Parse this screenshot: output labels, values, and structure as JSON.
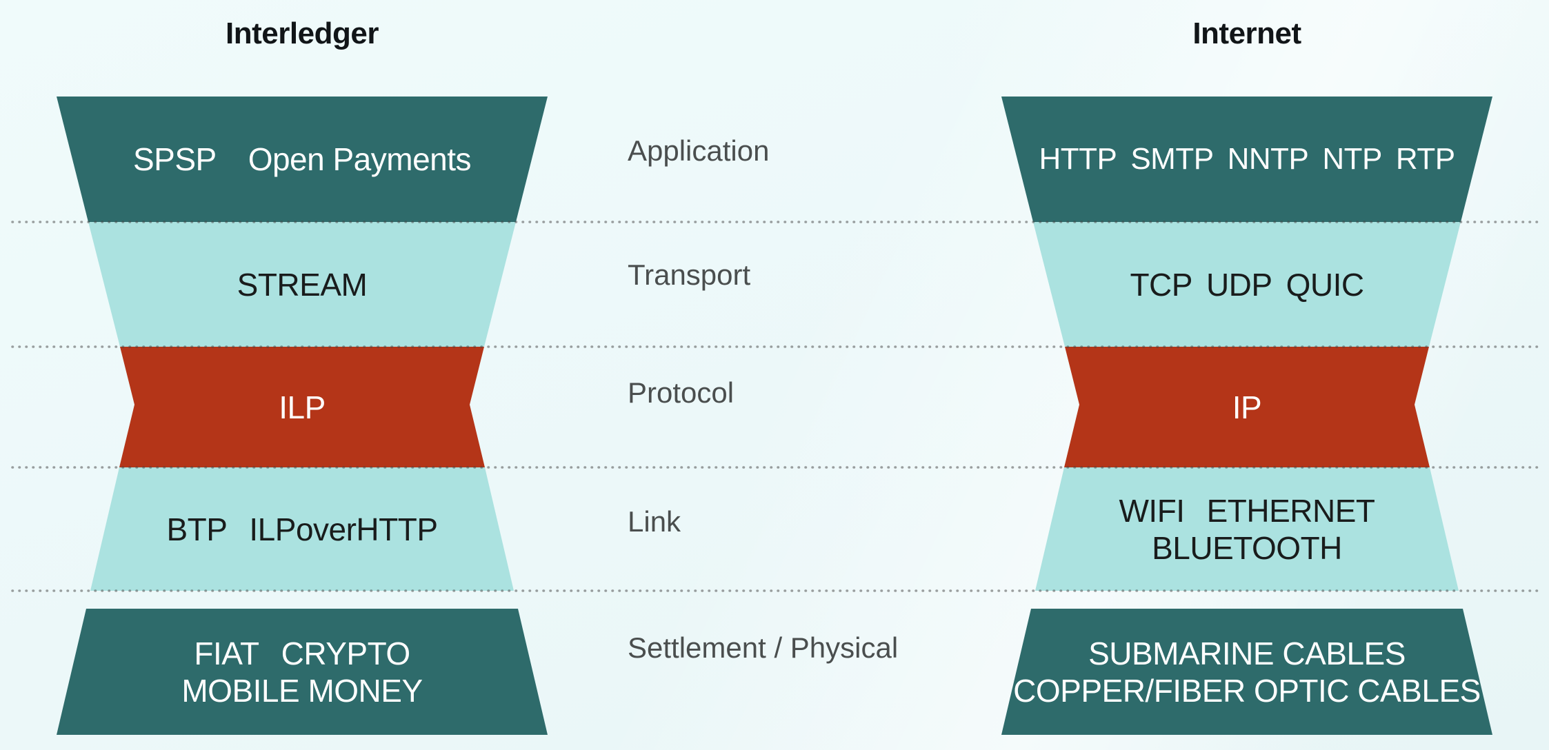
{
  "titles": {
    "left": "Interledger",
    "right": "Internet"
  },
  "layer_labels": [
    "Application",
    "Transport",
    "Protocol",
    "Link",
    "Settlement / Physical"
  ],
  "left_stack": {
    "application": [
      [
        "SPSP",
        "Open Payments"
      ]
    ],
    "transport": [
      [
        "STREAM"
      ]
    ],
    "protocol": [
      [
        "ILP"
      ]
    ],
    "link": [
      [
        "BTP",
        "ILPoverHTTP"
      ]
    ],
    "settlement": [
      [
        "FIAT",
        "CRYPTO"
      ],
      [
        "MOBILE MONEY"
      ]
    ]
  },
  "right_stack": {
    "application": [
      [
        "HTTP",
        "SMTP",
        "NNTP",
        "NTP",
        "RTP"
      ]
    ],
    "transport": [
      [
        "TCP",
        "UDP",
        "QUIC"
      ]
    ],
    "protocol": [
      [
        "IP"
      ]
    ],
    "link": [
      [
        "WIFI",
        "ETHERNET"
      ],
      [
        "BLUETOOTH"
      ]
    ],
    "settlement": [
      [
        "SUBMARINE CABLES"
      ],
      [
        "COPPER/FIBER OPTIC CABLES"
      ]
    ]
  },
  "colors": {
    "dark_teal": "#2e6b6b",
    "light_teal": "#abe2e0",
    "red": "#b43518",
    "label_grey": "#4a4e4e",
    "dark_text": "#191c1c",
    "white_text": "#ffffff",
    "dotted_line": "#444444",
    "background": "#ecf8f9"
  }
}
